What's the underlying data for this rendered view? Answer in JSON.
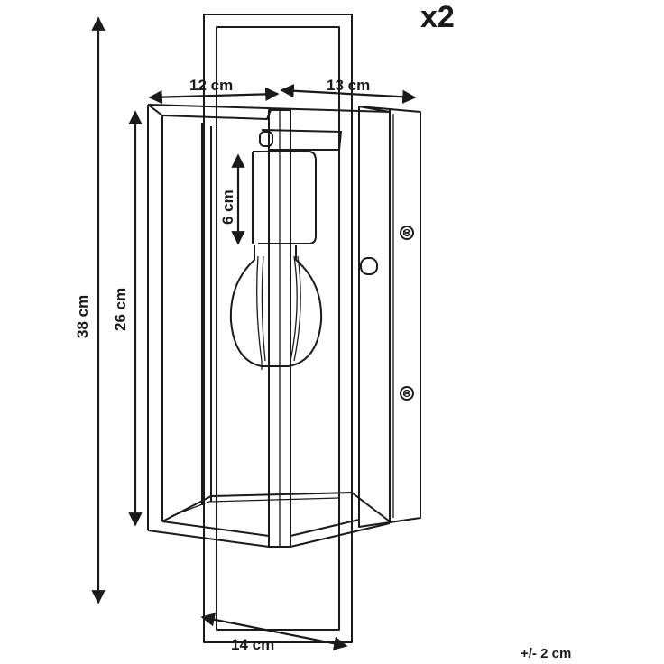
{
  "quantity": "x2",
  "tolerance": "+/- 2 cm",
  "dimensions": {
    "depth_top": "12 cm",
    "width_top": "13 cm",
    "socket_height": "6 cm",
    "inner_height": "26 cm",
    "total_height": "38 cm",
    "bottom_width": "14 cm"
  }
}
